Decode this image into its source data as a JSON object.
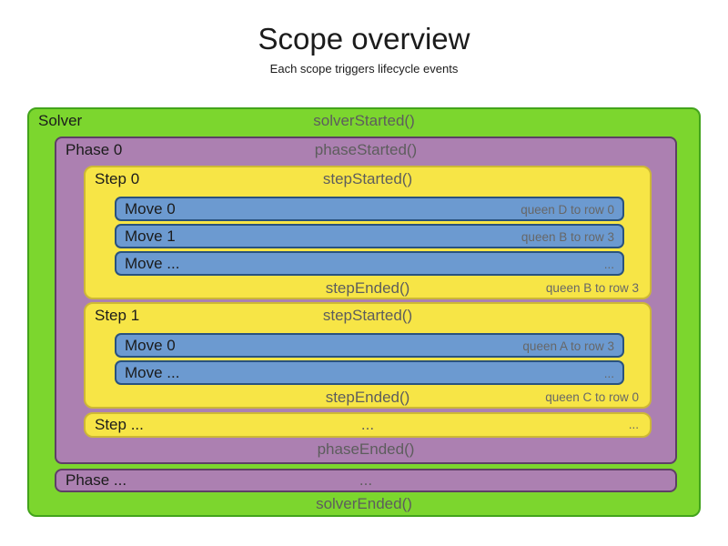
{
  "title": "Scope overview",
  "subtitle": "Each scope triggers lifecycle events",
  "colors": {
    "solver_fill": "#7cd62e",
    "solver_border": "#43a41c",
    "phase_fill": "#ac80b1",
    "phase_border": "#5e3f66",
    "step_fill": "#f7e546",
    "step_border": "#cdb835",
    "move_fill": "#6c9ad0",
    "move_border": "#29527e",
    "label_text": "#1b1b1b",
    "event_text": "#5d5d5d",
    "note_text": "#676767"
  },
  "solver": {
    "label": "Solver",
    "started": "solverStarted()",
    "ended": "solverEnded()",
    "phases": [
      {
        "label": "Phase 0",
        "started": "phaseStarted()",
        "ended": "phaseEnded()",
        "steps": [
          {
            "label": "Step 0",
            "started": "stepStarted()",
            "ended": "stepEnded()",
            "ended_note": "queen B to row 3",
            "moves": [
              {
                "label": "Move 0",
                "note": "queen D to row 0"
              },
              {
                "label": "Move 1",
                "note": "queen B to row 3"
              },
              {
                "label": "Move ...",
                "note": "..."
              }
            ]
          },
          {
            "label": "Step 1",
            "started": "stepStarted()",
            "ended": "stepEnded()",
            "ended_note": "queen C to row 0",
            "moves": [
              {
                "label": "Move 0",
                "note": "queen A to row 3"
              },
              {
                "label": "Move ...",
                "note": "..."
              }
            ]
          }
        ],
        "step_more": {
          "label": "Step ...",
          "center": "...",
          "right": "..."
        }
      }
    ],
    "phase_more": {
      "label": "Phase ...",
      "center": "..."
    }
  }
}
